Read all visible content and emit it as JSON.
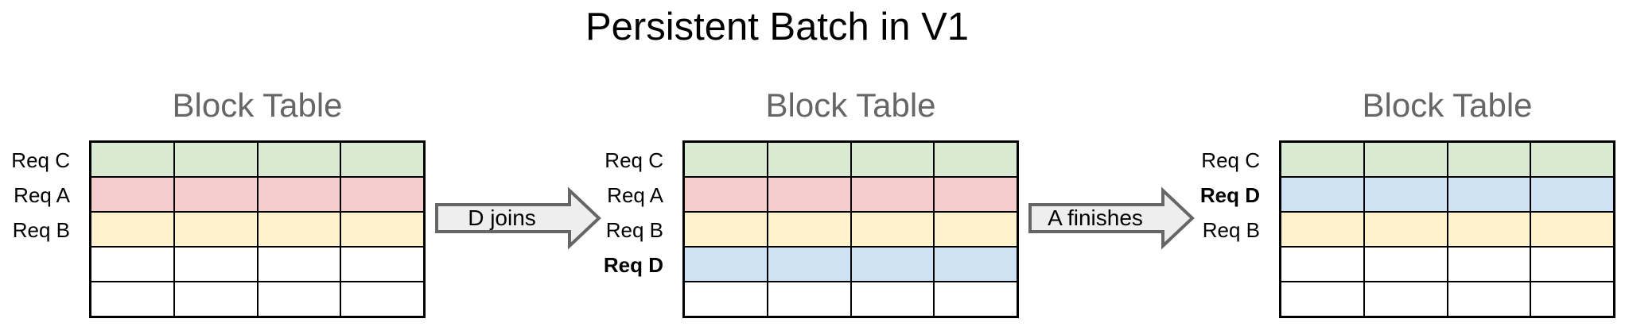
{
  "title": "Persistent Batch in V1",
  "colors": {
    "row_green": "#d9ead3",
    "row_red": "#f4cccc",
    "row_yellow": "#fff2cc",
    "row_blue": "#cfe2f3",
    "row_empty": "#ffffff",
    "heading_gray": "#666666",
    "arrow_fill": "#eeeeee",
    "arrow_border": "#666666",
    "grid_border": "#000000"
  },
  "tables": [
    {
      "heading": "Block Table",
      "columns": 4,
      "rows": [
        {
          "label": "Req C",
          "bold": false,
          "color": "#d9ead3"
        },
        {
          "label": "Req A",
          "bold": false,
          "color": "#f4cccc"
        },
        {
          "label": "Req B",
          "bold": false,
          "color": "#fff2cc"
        },
        {
          "label": "",
          "bold": false,
          "color": "#ffffff"
        },
        {
          "label": "",
          "bold": false,
          "color": "#ffffff"
        }
      ]
    },
    {
      "heading": "Block Table",
      "columns": 4,
      "rows": [
        {
          "label": "Req C",
          "bold": false,
          "color": "#d9ead3"
        },
        {
          "label": "Req A",
          "bold": false,
          "color": "#f4cccc"
        },
        {
          "label": "Req B",
          "bold": false,
          "color": "#fff2cc"
        },
        {
          "label": "Req D",
          "bold": true,
          "color": "#cfe2f3"
        },
        {
          "label": "",
          "bold": false,
          "color": "#ffffff"
        }
      ]
    },
    {
      "heading": "Block Table",
      "columns": 4,
      "rows": [
        {
          "label": "Req C",
          "bold": false,
          "color": "#d9ead3"
        },
        {
          "label": "Req D",
          "bold": true,
          "color": "#cfe2f3"
        },
        {
          "label": "Req B",
          "bold": false,
          "color": "#fff2cc"
        },
        {
          "label": "",
          "bold": false,
          "color": "#ffffff"
        },
        {
          "label": "",
          "bold": false,
          "color": "#ffffff"
        }
      ]
    }
  ],
  "arrows": [
    {
      "label": "D joins"
    },
    {
      "label": "A finishes"
    }
  ]
}
